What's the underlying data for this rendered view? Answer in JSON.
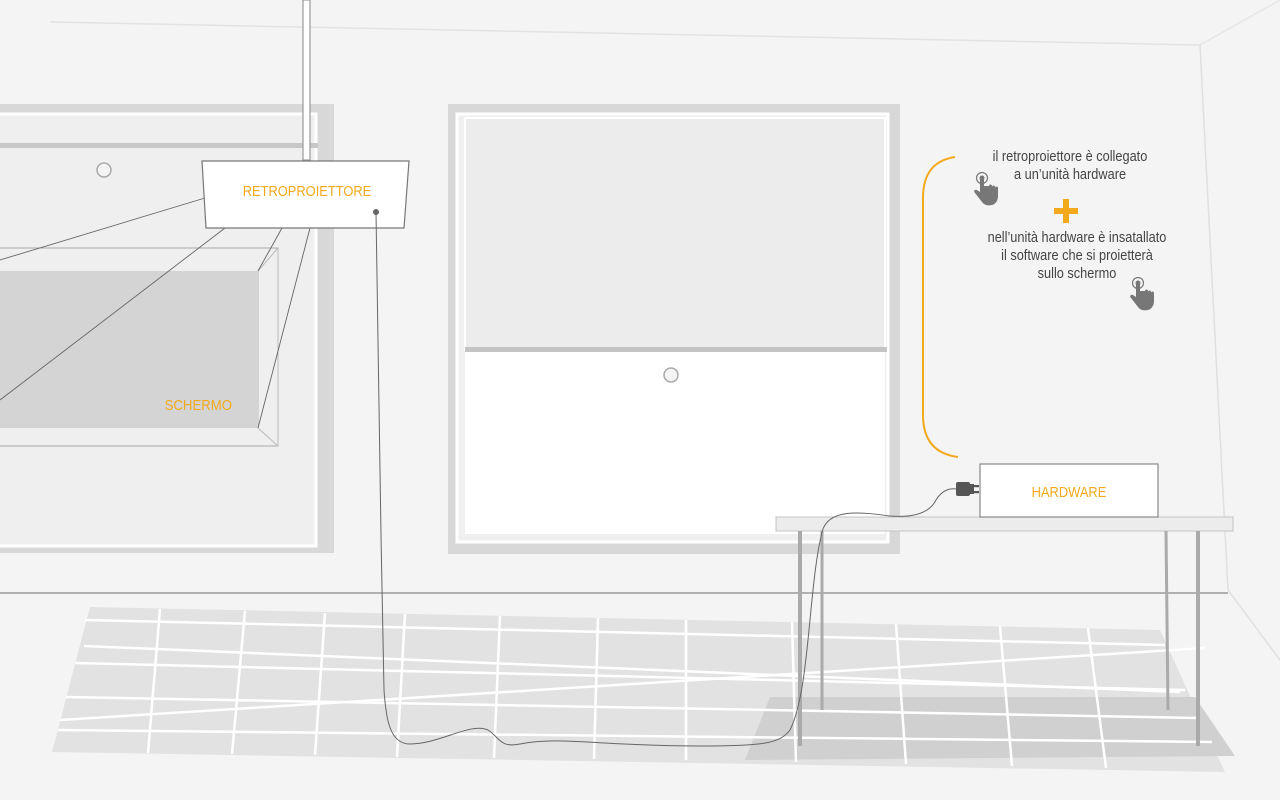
{
  "labels": {
    "projector": "RETROPROIETTORE",
    "screen": "SCHERMO",
    "hardware": "HARDWARE"
  },
  "info": {
    "line1a": "il retroproiettore è collegato",
    "line1b": "a un’unità hardware",
    "line2a": "nell’unità hardware è insatallato",
    "line2b": "il software che si proietterà",
    "line2c": "sullo schermo"
  },
  "icons": {
    "tap": "hand-tap-icon",
    "plus": "plus-icon",
    "plug": "power-plug-icon"
  },
  "colors": {
    "accent": "#f2a91c",
    "wall": "#f4f4f4",
    "frame": "#d6d6d6",
    "floor": "#e2e2e2",
    "line": "#555555"
  }
}
